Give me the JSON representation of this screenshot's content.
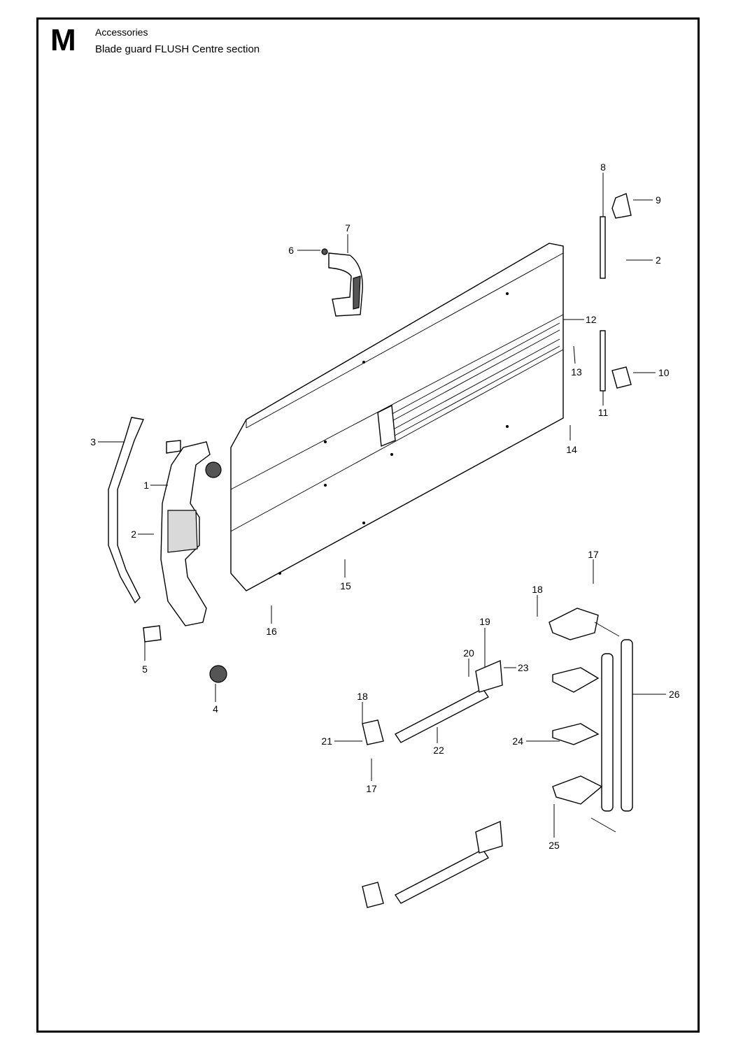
{
  "header": {
    "section_letter": "M",
    "category": "Accessories",
    "title": "Blade guard FLUSH Centre section"
  },
  "callouts": [
    {
      "id": "c1",
      "label": "1"
    },
    {
      "id": "c2a",
      "label": "2"
    },
    {
      "id": "c2b",
      "label": "2"
    },
    {
      "id": "c3",
      "label": "3"
    },
    {
      "id": "c4",
      "label": "4"
    },
    {
      "id": "c5",
      "label": "5"
    },
    {
      "id": "c6",
      "label": "6"
    },
    {
      "id": "c7",
      "label": "7"
    },
    {
      "id": "c8",
      "label": "8"
    },
    {
      "id": "c9",
      "label": "9"
    },
    {
      "id": "c10",
      "label": "10"
    },
    {
      "id": "c11",
      "label": "11"
    },
    {
      "id": "c12",
      "label": "12"
    },
    {
      "id": "c13",
      "label": "13"
    },
    {
      "id": "c14",
      "label": "14"
    },
    {
      "id": "c15",
      "label": "15"
    },
    {
      "id": "c16",
      "label": "16"
    },
    {
      "id": "c17a",
      "label": "17"
    },
    {
      "id": "c17b",
      "label": "17"
    },
    {
      "id": "c18a",
      "label": "18"
    },
    {
      "id": "c18b",
      "label": "18"
    },
    {
      "id": "c19",
      "label": "19"
    },
    {
      "id": "c20",
      "label": "20"
    },
    {
      "id": "c21",
      "label": "21"
    },
    {
      "id": "c22",
      "label": "22"
    },
    {
      "id": "c23",
      "label": "23"
    },
    {
      "id": "c24",
      "label": "24"
    },
    {
      "id": "c25",
      "label": "25"
    },
    {
      "id": "c26",
      "label": "26"
    }
  ]
}
